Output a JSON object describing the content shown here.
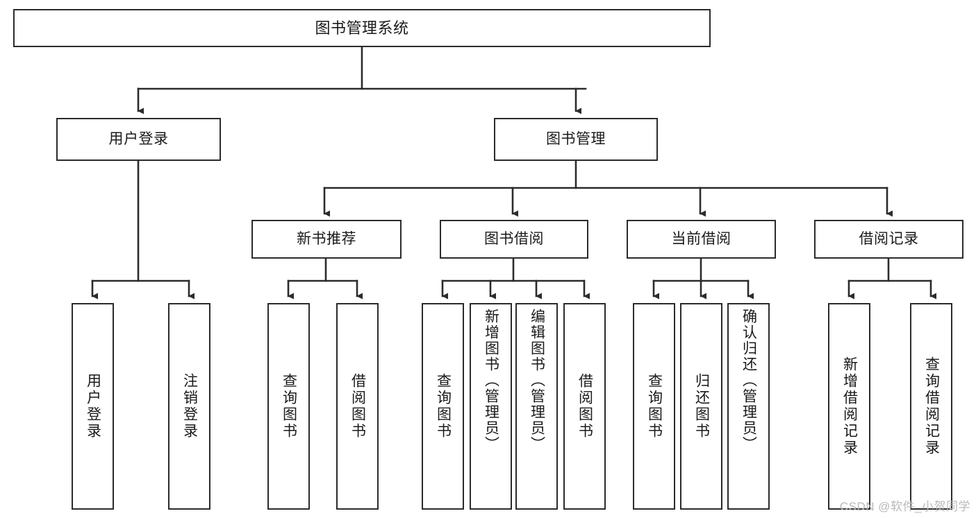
{
  "diagram": {
    "type": "tree-hierarchy",
    "title": "图书管理系统",
    "watermark": "CSDN @软件_小贺同学",
    "colors": {
      "box_border": "#2b2b2b",
      "box_fill": "#ffffff",
      "edge": "#2b2b2b",
      "text": "#1a1a1a",
      "watermark": "#b9b9b9",
      "background": "#ffffff"
    },
    "nodes": {
      "root": {
        "label": "图书管理系统",
        "level": 0
      },
      "l1": [
        {
          "id": "user-login",
          "label": "用户登录"
        },
        {
          "id": "book-manage",
          "label": "图书管理"
        }
      ],
      "l2": [
        {
          "id": "new-book-rec",
          "label": "新书推荐",
          "parent": "book-manage"
        },
        {
          "id": "book-borrow",
          "label": "图书借阅",
          "parent": "book-manage"
        },
        {
          "id": "current-borrow",
          "label": "当前借阅",
          "parent": "book-manage"
        },
        {
          "id": "borrow-record",
          "label": "借阅记录",
          "parent": "book-manage"
        }
      ],
      "leaves": [
        {
          "id": "leaf-user-login",
          "label": "用户登录",
          "parent": "user-login"
        },
        {
          "id": "leaf-user-logout",
          "label": "注销登录",
          "parent": "user-login"
        },
        {
          "id": "leaf-query-book-1",
          "label": "查询图书",
          "parent": "new-book-rec"
        },
        {
          "id": "leaf-borrow-book-1",
          "label": "借阅图书",
          "parent": "new-book-rec"
        },
        {
          "id": "leaf-query-book-2",
          "label": "查询图书",
          "parent": "book-borrow"
        },
        {
          "id": "leaf-add-book",
          "label": "新增图书（管理员）",
          "parent": "book-borrow"
        },
        {
          "id": "leaf-edit-book",
          "label": "编辑图书（管理员）",
          "parent": "book-borrow"
        },
        {
          "id": "leaf-borrow-book-2",
          "label": "借阅图书",
          "parent": "book-borrow"
        },
        {
          "id": "leaf-query-book-3",
          "label": "查询图书",
          "parent": "current-borrow"
        },
        {
          "id": "leaf-return-book",
          "label": "归还图书",
          "parent": "current-borrow"
        },
        {
          "id": "leaf-confirm-return",
          "label": "确认归还（管理员）",
          "parent": "current-borrow"
        },
        {
          "id": "leaf-add-record",
          "label": "新增借阅记录",
          "parent": "borrow-record"
        },
        {
          "id": "leaf-query-record",
          "label": "查询借阅记录",
          "parent": "borrow-record"
        }
      ]
    }
  }
}
